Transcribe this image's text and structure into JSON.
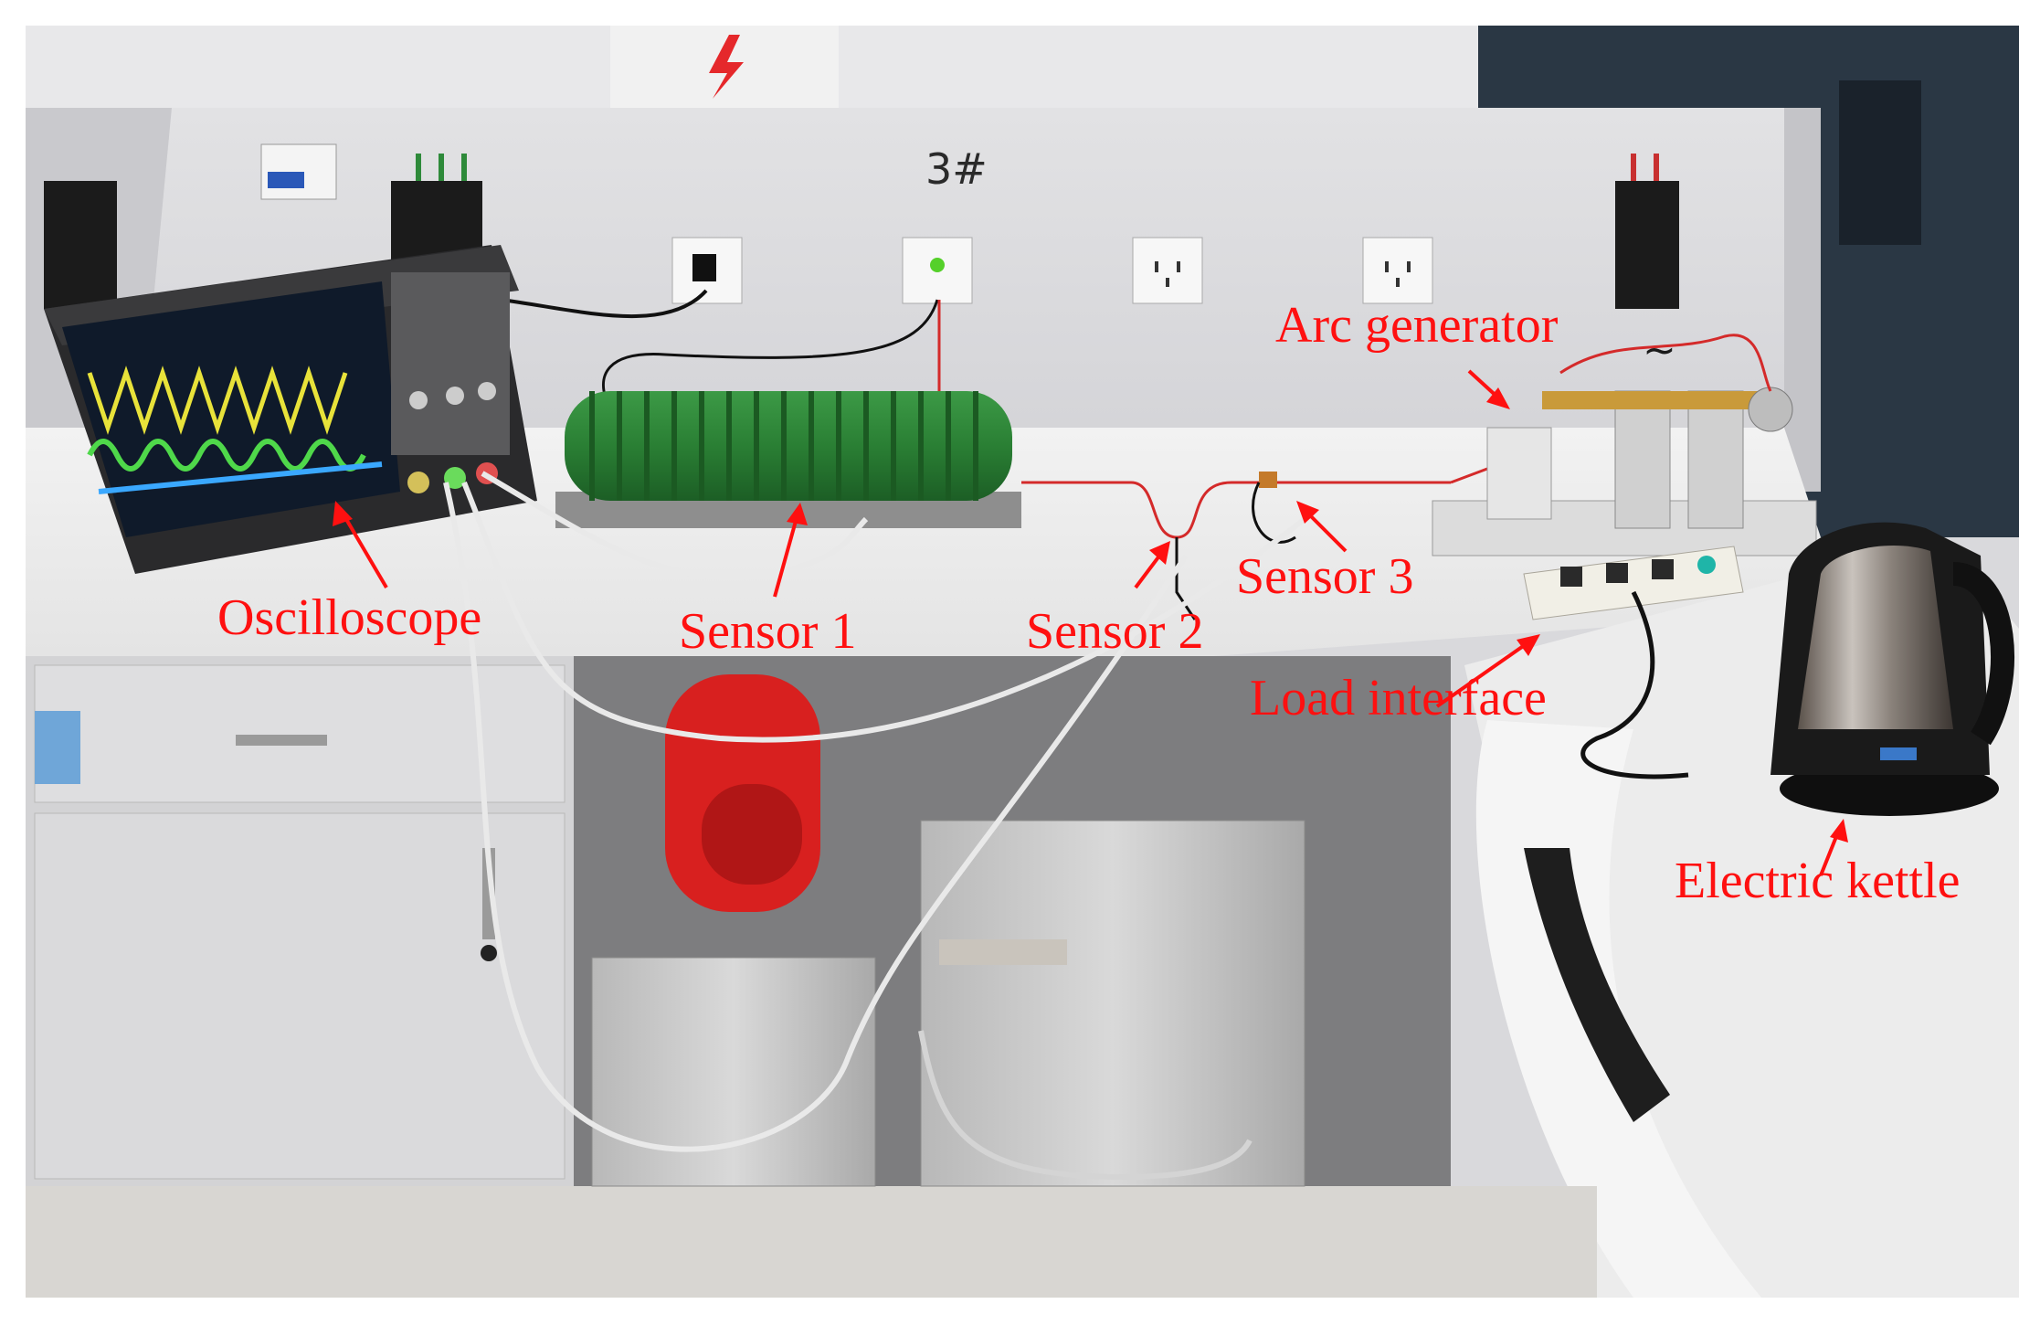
{
  "wall_marks": {
    "bench_number": "3#",
    "tilde": "~"
  },
  "annotations": {
    "oscilloscope": "Oscilloscope",
    "sensor_1": "Sensor 1",
    "sensor_2": "Sensor 2",
    "sensor_3": "Sensor 3",
    "arc_generator": "Arc generator",
    "load_interface": "Load interface",
    "electric_kettle": "Electric kettle"
  },
  "colors": {
    "annotation": "#ff1010",
    "resistor": "#2f8a3a",
    "trace_yellow": "#e8e23a",
    "trace_green": "#4fd84a",
    "trace_blue": "#3aa8ff"
  }
}
